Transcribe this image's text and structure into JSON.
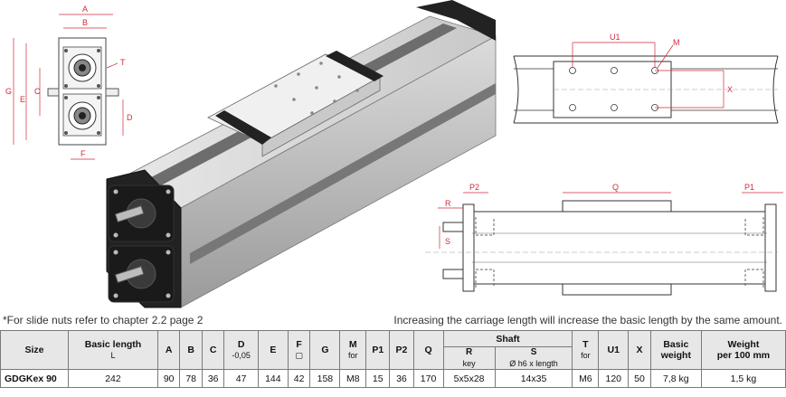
{
  "drawings": {
    "front_view": {
      "labels": {
        "A": "A",
        "B": "B",
        "C": "C",
        "D": "D",
        "E": "E",
        "F": "F",
        "G": "G",
        "T": "T"
      }
    },
    "top_view": {
      "labels": {
        "U1": "U1",
        "M": "M",
        "X": "X"
      }
    },
    "side_view": {
      "labels": {
        "P2": "P2",
        "Q": "Q",
        "P1": "P1",
        "R": "R",
        "S": "S"
      }
    }
  },
  "notes": {
    "left": "*For slide nuts refer to chapter 2.2 page 2",
    "right": "Increasing the carriage length will increase the basic length by the same amount."
  },
  "table": {
    "headers": {
      "size": "Size",
      "basic_length": "Basic length",
      "basic_length_sub": "L",
      "a": "A",
      "b": "B",
      "c": "C",
      "d": "D",
      "d_sub": "-0,05",
      "e": "E",
      "f": "F",
      "f_sub": "▢",
      "g": "G",
      "m": "M",
      "m_sub": "for",
      "p1": "P1",
      "p2": "P2",
      "q": "Q",
      "shaft": "Shaft",
      "shaft_r": "R",
      "shaft_r_sub": "key",
      "shaft_s": "S",
      "shaft_s_sub": "Ø h6 x length",
      "t": "T",
      "t_sub": "for",
      "u1": "U1",
      "x": "X",
      "basic_weight": "Basic",
      "basic_weight_sub": "weight",
      "weight_per": "Weight",
      "weight_per_sub": "per 100 mm"
    },
    "row": {
      "size": "GDGKex 90",
      "basic_length": "242",
      "a": "90",
      "b": "78",
      "c": "36",
      "d": "47",
      "e": "144",
      "f": "42",
      "g": "158",
      "m": "M8",
      "p1": "15",
      "p2": "36",
      "q": "170",
      "r": "5x5x28",
      "s": "14x35",
      "t": "M6",
      "u1": "120",
      "x": "50",
      "basic_weight": "7,8 kg",
      "weight_per": "1,5 kg"
    }
  }
}
